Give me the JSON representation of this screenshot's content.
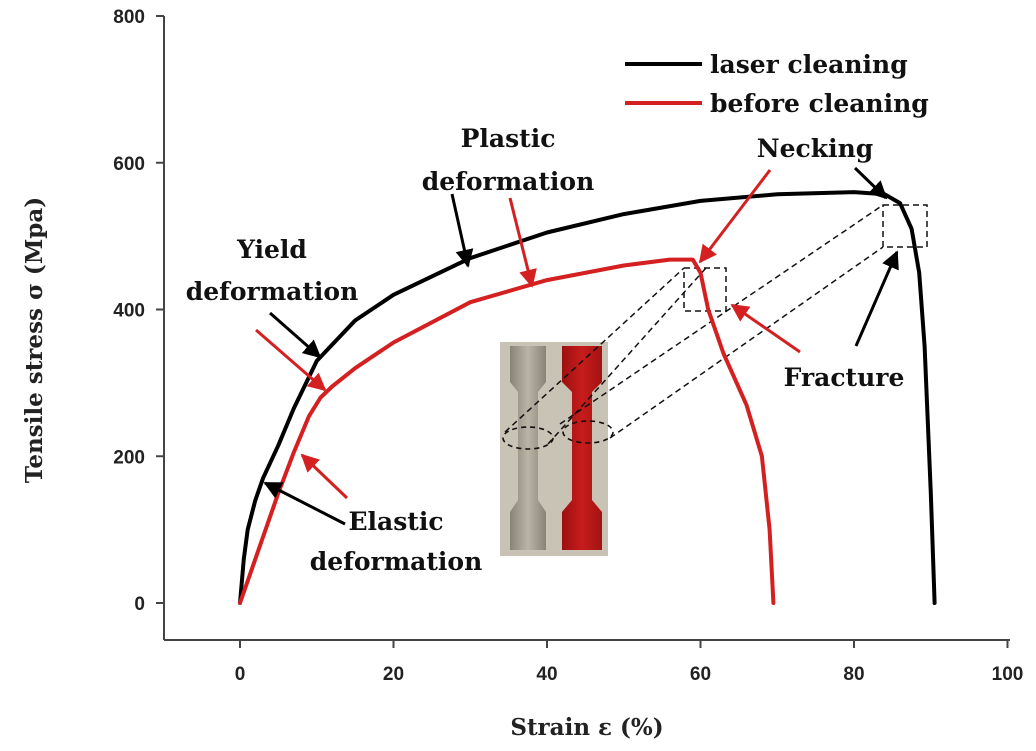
{
  "chart_data": {
    "type": "line",
    "title": "",
    "xlabel": "Strain ε (%)",
    "ylabel": "Tensile stress σ (Mpa)",
    "xlim": [
      -10,
      100
    ],
    "ylim": [
      -50,
      800
    ],
    "xticks": [
      0,
      20,
      40,
      60,
      80,
      100
    ],
    "yticks": [
      0,
      200,
      400,
      600,
      800
    ],
    "grid": false,
    "legend_position": "top-right",
    "series": [
      {
        "name": "laser cleaning",
        "color": "#000000",
        "x": [
          0,
          0.5,
          1,
          2,
          3,
          5,
          7,
          10,
          15,
          20,
          30,
          40,
          50,
          60,
          70,
          80,
          84,
          86,
          87.5,
          88.5,
          89.2,
          89.6,
          90,
          90.3,
          90.5
        ],
        "y": [
          0,
          60,
          100,
          140,
          170,
          215,
          265,
          330,
          385,
          420,
          470,
          505,
          530,
          548,
          557,
          560,
          557,
          545,
          510,
          450,
          350,
          250,
          150,
          60,
          0
        ]
      },
      {
        "name": "before cleaning",
        "color": "#d42020",
        "x": [
          0,
          1,
          3,
          5,
          7,
          9,
          10.5,
          12,
          15,
          20,
          30,
          40,
          50,
          56,
          59,
          60,
          61,
          63,
          66,
          68,
          69,
          69.3,
          69.5
        ],
        "y": [
          0,
          30,
          90,
          150,
          205,
          255,
          280,
          295,
          320,
          355,
          410,
          440,
          460,
          468,
          468,
          450,
          400,
          340,
          270,
          200,
          100,
          40,
          0
        ]
      }
    ],
    "annotations": {
      "yield": [
        "Yield",
        "deformation"
      ],
      "plastic": [
        "Plastic",
        "deformation"
      ],
      "necking": "Necking",
      "fracture": "Fracture",
      "elastic": [
        "Elastic",
        "deformation"
      ]
    }
  }
}
